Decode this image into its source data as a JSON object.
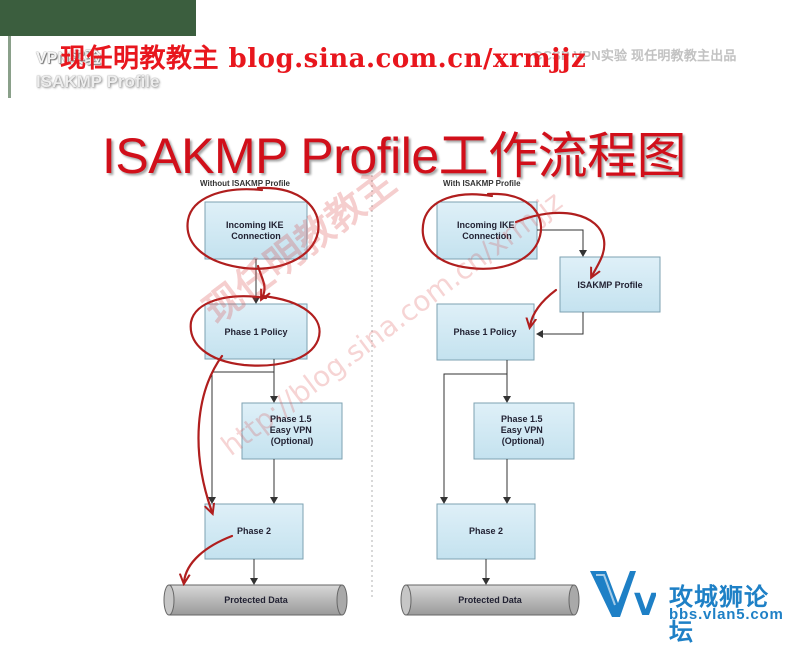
{
  "header": {
    "course": "VPN实验",
    "subtitle": "ISAKMP Profile",
    "watermark": "现任明教教主 blog.sina.com.cn/xrmjjz",
    "right_caption": "CCSP VPN实验 现任明教教主出品"
  },
  "title": "ISAKMP Profile工作流程图",
  "diagram": {
    "left": {
      "caption": "Without ISAKMP Profile",
      "incoming": [
        "Incoming IKE",
        "Connection"
      ],
      "phase1": "Phase 1 Policy",
      "phase15": [
        "Phase 1.5",
        "Easy VPN",
        "(Optional)"
      ],
      "phase2": "Phase 2",
      "protected": "Protected Data"
    },
    "right": {
      "caption": "With ISAKMP Profile",
      "incoming": [
        "Incoming IKE",
        "Connection"
      ],
      "profile": "ISAKMP Profile",
      "phase1": "Phase 1 Policy",
      "phase15": [
        "Phase 1.5",
        "Easy VPN",
        "(Optional)"
      ],
      "phase2": "Phase 2",
      "protected": "Protected Data"
    },
    "watermark_cn": "现任明教教主",
    "watermark_url": "http://blog.sina.com.cn/xrmjjz"
  },
  "logo": {
    "mark": "V5",
    "brand": "攻城狮论坛",
    "url": "bbs.vlan5.com"
  },
  "colors": {
    "box_fill": "#cfe8f3",
    "box_stroke": "#7da2b2",
    "title_red": "#d10f1a",
    "ink_red": "#b01e1e",
    "logo_blue": "#1e80c6",
    "corner_green": "#3b5e3e"
  }
}
